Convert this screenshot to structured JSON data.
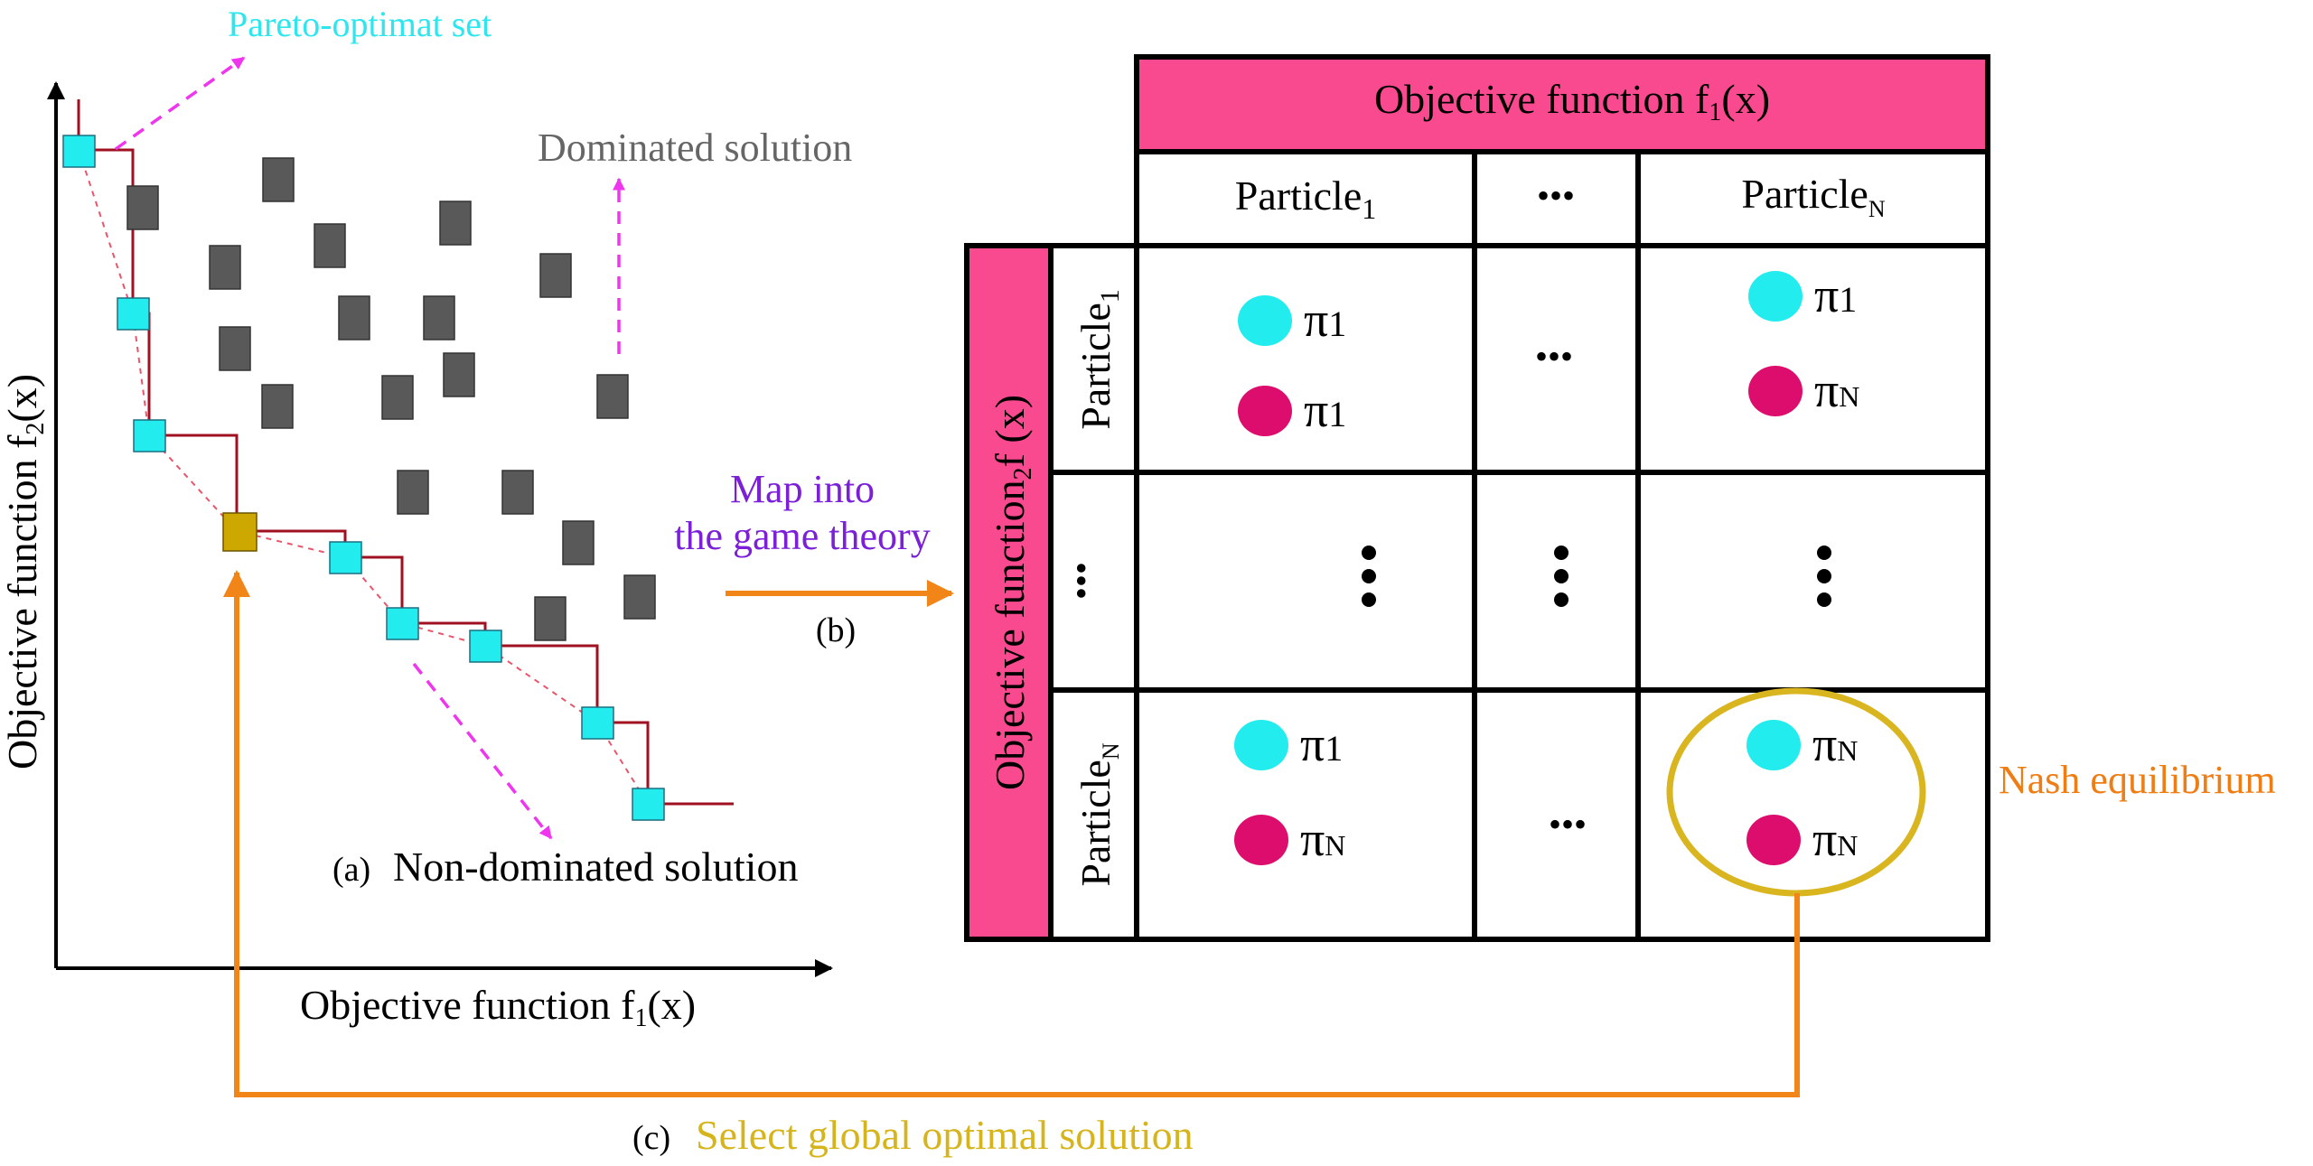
{
  "plot": {
    "x_axis_label_pre": "Objective function f",
    "x_axis_label_sub": "1",
    "x_axis_label_post": "(x)",
    "y_axis_label_pre": "Objective function f",
    "y_axis_label_sub": "2",
    "y_axis_label_post": "(x)",
    "pareto_label": "Pareto-optimat set",
    "dominated_label": "Dominated solution",
    "nondominated_tag": "(a)",
    "nondominated_label": "Non-dominated solution"
  },
  "mapping": {
    "line1": "Map into",
    "line2": "the game theory",
    "tag": "(b)"
  },
  "matrix": {
    "top_header_pre": "Objective function f",
    "top_header_sub": "1",
    "top_header_post": "(x)",
    "left_header_pre": "Objective function",
    "left_header_sub": "2",
    "left_header_post": "f (x)",
    "col_particle": "Particle",
    "col1_sub": "1",
    "colN_sub": "N",
    "row_particle": "Particle",
    "row1_sub": "1",
    "rowN_sub": "N",
    "ellipsis_h": "•••",
    "pi_symbol": "π",
    "pi_sub_1": "1",
    "pi_sub_N": "N"
  },
  "nash_label": "Nash equilibrium",
  "select": {
    "tag": "(c)",
    "label": "Select global optimal solution"
  },
  "colors": {
    "cyan": "#22ecee",
    "magenta_dot": "#dd0d6e",
    "pink_header": "#f94a8f",
    "dark_square": "#595959",
    "gold_square": "#cca800",
    "stair_line": "#a01020",
    "arrow_magenta": "#ef35ee",
    "arrow_orange": "#f28518",
    "text_cyan": "#2ee6ee",
    "text_gray": "#666666",
    "text_purple": "#7b1fd8",
    "text_orange": "#ef7d14",
    "text_gold": "#d6b51c",
    "ellipse_gold": "#d9b51f"
  }
}
